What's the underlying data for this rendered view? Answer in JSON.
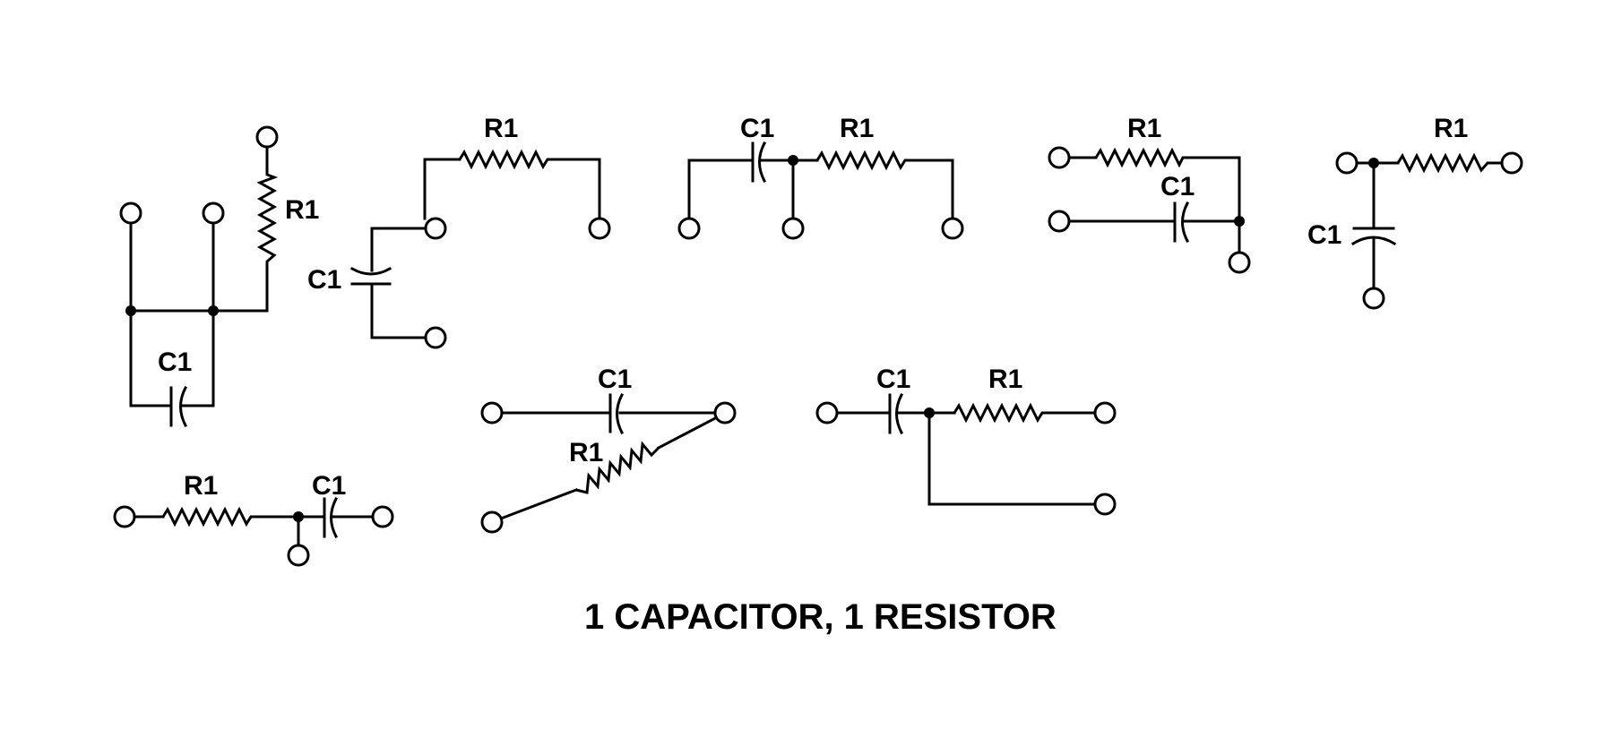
{
  "title": "1 CAPACITOR, 1 RESISTOR",
  "colors": {
    "ink": "#000000",
    "background": "#ffffff"
  },
  "circuits": [
    {
      "id": "circuit-1",
      "labels": {
        "resistor": "R1",
        "capacitor": "C1"
      },
      "terminals": 3,
      "junctions": 2
    },
    {
      "id": "circuit-2",
      "labels": {
        "resistor": "R1",
        "capacitor": "C1"
      },
      "terminals": 3,
      "junctions": 0
    },
    {
      "id": "circuit-3",
      "labels": {
        "resistor": "R1",
        "capacitor": "C1"
      },
      "terminals": 3,
      "junctions": 1
    },
    {
      "id": "circuit-4",
      "labels": {
        "resistor": "R1",
        "capacitor": "C1"
      },
      "terminals": 3,
      "junctions": 1
    },
    {
      "id": "circuit-5",
      "labels": {
        "resistor": "R1",
        "capacitor": "C1"
      },
      "terminals": 3,
      "junctions": 1
    },
    {
      "id": "circuit-6",
      "labels": {
        "resistor": "R1",
        "capacitor": "C1"
      },
      "terminals": 3,
      "junctions": 1
    },
    {
      "id": "circuit-7",
      "labels": {
        "resistor": "R1",
        "capacitor": "C1"
      },
      "terminals": 3,
      "junctions": 0
    },
    {
      "id": "circuit-8",
      "labels": {
        "resistor": "R1",
        "capacitor": "C1"
      },
      "terminals": 3,
      "junctions": 1
    }
  ]
}
